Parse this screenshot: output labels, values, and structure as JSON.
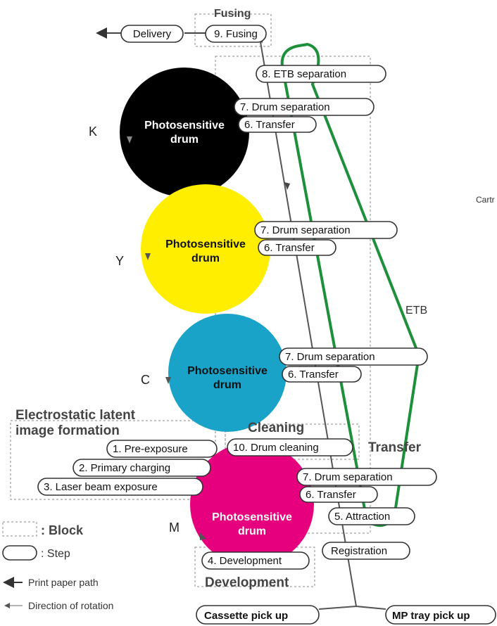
{
  "drums": [
    {
      "id": "k",
      "label": "Photosensitive drum",
      "color_code": "K",
      "fill": "#000000",
      "text_color": "#ffffff"
    },
    {
      "id": "y",
      "label": "Photosensitive drum",
      "color_code": "Y",
      "fill": "#ffee00",
      "text_color": "#111111"
    },
    {
      "id": "c",
      "label": "Photosensitive drum",
      "color_code": "C",
      "fill": "#1aa3c9",
      "text_color": "#111111"
    },
    {
      "id": "m",
      "label": "Photosensitive drum",
      "color_code": "M",
      "fill": "#e6007e",
      "text_color": "#ffffff"
    }
  ],
  "steps": {
    "fusing": "9. Fusing",
    "delivery": "Delivery",
    "etb_separation": "8.  ETB separation",
    "k_drum_separation": "7.  Drum separation",
    "k_transfer": "6. Transfer",
    "y_drum_separation": "7. Drum separation",
    "y_transfer": "6. Transfer",
    "c_drum_separation": "7. Drum separation",
    "c_transfer": "6. Transfer",
    "pre_exposure": "1. Pre-exposure",
    "primary_charging": "2. Primary charging",
    "laser_beam_exposure": "3. Laser beam exposure",
    "drum_cleaning": "10. Drum cleaning",
    "m_drum_separation": "7. Drum separation",
    "m_transfer": "6. Transfer",
    "attraction": "5. Attraction",
    "registration": "Registration",
    "development": "4. Development",
    "cassette_pick_up": "Cassette pick up",
    "mp_tray_pick_up": "MP tray pick up"
  },
  "blocks": {
    "fusing": "Fusing",
    "latent_image_line1": "Electrostatic latent",
    "latent_image_line2": "image formation",
    "cleaning": "Cleaning",
    "transfer": "Transfer",
    "development": "Development"
  },
  "labels": {
    "etb": "ETB",
    "cartridge_partial": "Cartr"
  },
  "legend": {
    "block": ": Block",
    "step": ": Step",
    "print_paper_path": "Print paper path",
    "direction_of_rotation": "Direction of rotation"
  },
  "colors": {
    "etb_belt": "#1e8f3a",
    "outline": "#333333",
    "block_border": "#888888"
  }
}
